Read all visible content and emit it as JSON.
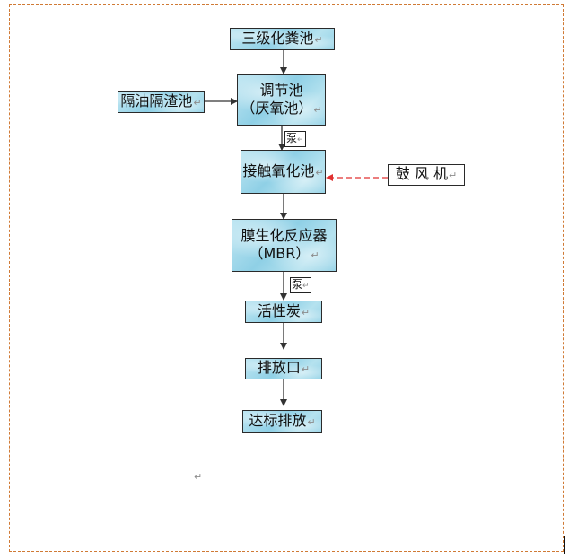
{
  "nodes": {
    "septic_tank": "三级化粪池",
    "grease_trap": "隔油隔渣池",
    "equalization_line1": "调节池",
    "equalization_line2": "（厌氧池）",
    "contact_oxidation": "接触氧化池",
    "blower": "鼓 风 机",
    "mbr_line1": "膜生化反应器",
    "mbr_line2": "（MBR）",
    "activated_carbon": "活性炭",
    "outlet": "排放口",
    "compliant_discharge": "达标排放"
  },
  "labels": {
    "pump_1": "泵",
    "pump_2": "泵"
  },
  "paragraph_mark": "↵",
  "colors": {
    "box_fill": "#9fd8ea",
    "box_border": "#2a2a2a",
    "arrow": "#333333",
    "air_line": "#e03030",
    "page_border": "#d07a35"
  },
  "icons": [
    "arrow-down-icon",
    "arrow-right-icon",
    "arrow-left-icon",
    "paragraph-mark-icon"
  ]
}
